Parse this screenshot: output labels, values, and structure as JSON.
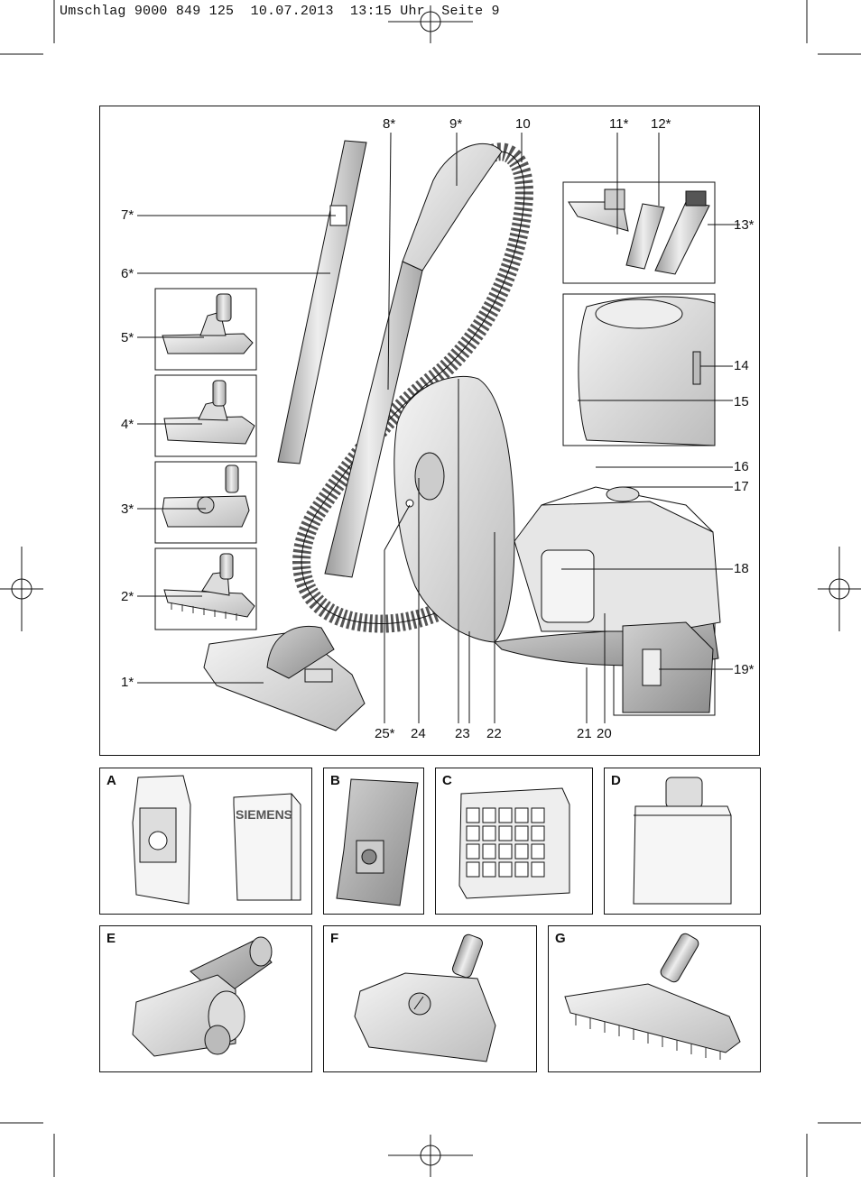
{
  "header": {
    "text": "Umschlag 9000 849 125  10.07.2013  13:15 Uhr  Seite 9"
  },
  "callouts": {
    "c1": "1*",
    "c2": "2*",
    "c3": "3*",
    "c4": "4*",
    "c5": "5*",
    "c6": "6*",
    "c7": "7*",
    "c8": "8*",
    "c9": "9*",
    "c10": "10",
    "c11": "11*",
    "c12": "12*",
    "c13": "13*",
    "c14": "14",
    "c15": "15",
    "c16": "16",
    "c17": "17",
    "c18": "18",
    "c19": "19*",
    "c20": "20",
    "c21": "21",
    "c22": "22",
    "c23": "23",
    "c24": "24",
    "c25": "25*"
  },
  "panels": {
    "A": {
      "letter": "A",
      "box_brand": "SIEMENS"
    },
    "B": {
      "letter": "B"
    },
    "C": {
      "letter": "C"
    },
    "D": {
      "letter": "D"
    },
    "E": {
      "letter": "E"
    },
    "F": {
      "letter": "F"
    },
    "G": {
      "letter": "G"
    }
  },
  "colors": {
    "line": "#111111",
    "fill_light": "#e8e8e8",
    "fill_mid": "#cfcfcf",
    "fill_dark": "#9a9a9a"
  }
}
